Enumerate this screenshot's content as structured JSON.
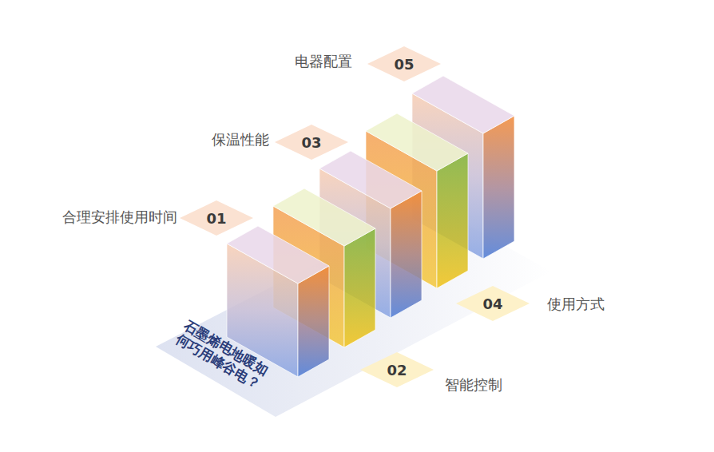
{
  "diagram": {
    "title": "石墨烯电地暖如 何巧用峰谷电？",
    "nodes": [
      {
        "text": [
          "05",
          "电器配置"
        ]
      },
      {
        "text": [
          "03",
          "保温性能"
        ]
      },
      {
        "text": [
          "01",
          "合理安排使用时间"
        ]
      },
      {
        "text": [
          "04",
          "使用方式"
        ]
      },
      {
        "text": [
          "02",
          "智能控制"
        ]
      }
    ]
  }
}
